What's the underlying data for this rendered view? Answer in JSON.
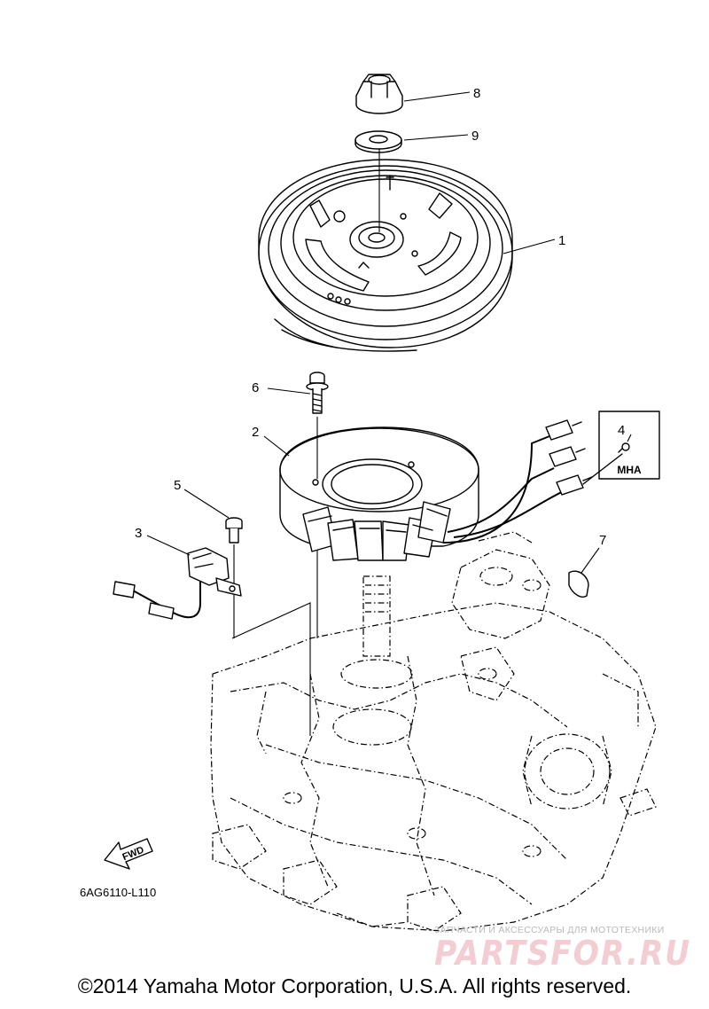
{
  "callouts": {
    "c1": "1",
    "c2": "2",
    "c3": "3",
    "c4": "4",
    "c5": "5",
    "c6": "6",
    "c7": "7",
    "c8": "8",
    "c9": "9"
  },
  "variant_label": "MHA",
  "fwd_label": "FWD",
  "drawing_code": "6AG6110-L110",
  "watermark": {
    "small": "ЗАПЧАСТИ И АКСЕССУАРЫ ДЛЯ МОТОТЕХНИКИ",
    "big": "PARTSFOR.RU"
  },
  "copyright": "©2014 Yamaha Motor Corporation, U.S.A. All rights reserved."
}
